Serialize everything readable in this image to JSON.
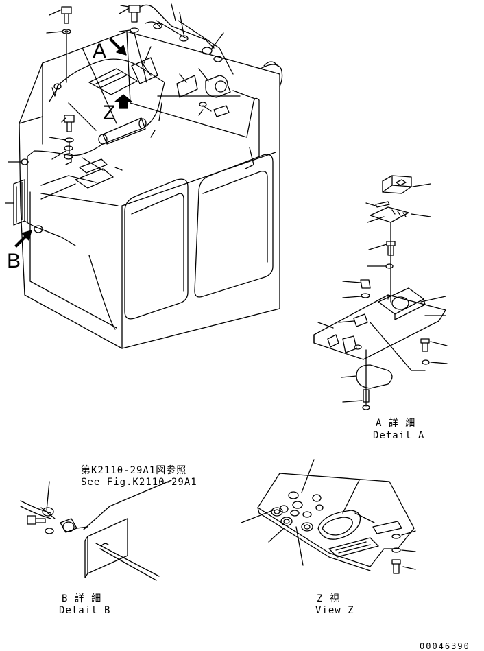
{
  "callouts": {
    "view_a": "A",
    "view_b": "B",
    "view_z": "Z"
  },
  "detail_a": {
    "jp": "A 詳 細",
    "en": "Detail A"
  },
  "detail_b": {
    "jp": "B 詳 細",
    "en": "Detail B"
  },
  "view_z_caption": {
    "jp": "Z 視",
    "en": "View Z"
  },
  "reference": {
    "jp": "第K2110-29A1図参照",
    "en": "See Fig.K2110-29A1"
  },
  "drawing_number": "00046390",
  "colors": {
    "ink": "#000000",
    "paper": "#ffffff"
  }
}
